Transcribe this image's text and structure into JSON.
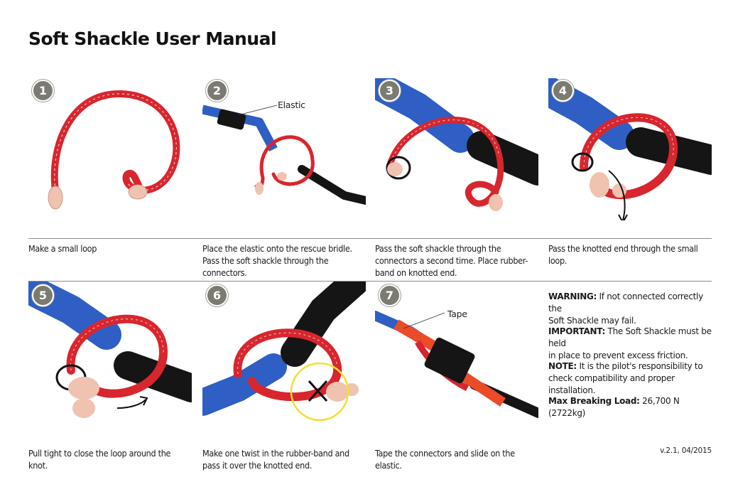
{
  "title": "Soft Shackle User Manual",
  "steps": [
    {
      "num": "1",
      "caption": [
        "Make a small loop"
      ]
    },
    {
      "num": "2",
      "caption": [
        "Place the elastic onto the rescue bridle.",
        "Pass the soft shackle through the",
        "connectors."
      ],
      "callout": "Elastic"
    },
    {
      "num": "3",
      "caption": [
        "Pass the soft shackle through the",
        "connectors a second time.  Place rubber-",
        "band on knotted end."
      ]
    },
    {
      "num": "4",
      "caption": [
        "Pass the knotted end through the small",
        "loop."
      ]
    },
    {
      "num": "5",
      "caption": [
        "Pull tight to close the loop around the",
        "knot."
      ]
    },
    {
      "num": "6",
      "caption": [
        "Make one twist in the rubber-band and",
        "pass it over the knotted end."
      ]
    },
    {
      "num": "7",
      "caption": [
        "Tape the connectors and slide on the",
        "elastic."
      ],
      "callout": "Tape"
    }
  ],
  "notes": {
    "warning_label": "WARNING:",
    "warning_text_1": " If not connected correctly the",
    "warning_text_2": "Soft Shackle may fail.",
    "important_label": "IMPORTANT:",
    "important_text_1": " The Soft Shackle must be held",
    "important_text_2": "in place to prevent excess friction.",
    "note_label": "NOTE:",
    "note_text_1": "  It is the pilot's responsibility to",
    "note_text_2": "check compatibility and proper installation.",
    "mbl_label": "Max Breaking Load:",
    "mbl_value": " 26,700 N (2722kg)"
  },
  "version": "v.2.1, 04/2015",
  "colors": {
    "rope_red": "#d8262e",
    "connector_blue": "#2f5fc4",
    "bridle_black": "#151515",
    "badge_grey": "#7b7b72",
    "knot_pink": "#f0c2b0",
    "highlight_yellow": "#f1e22a"
  }
}
